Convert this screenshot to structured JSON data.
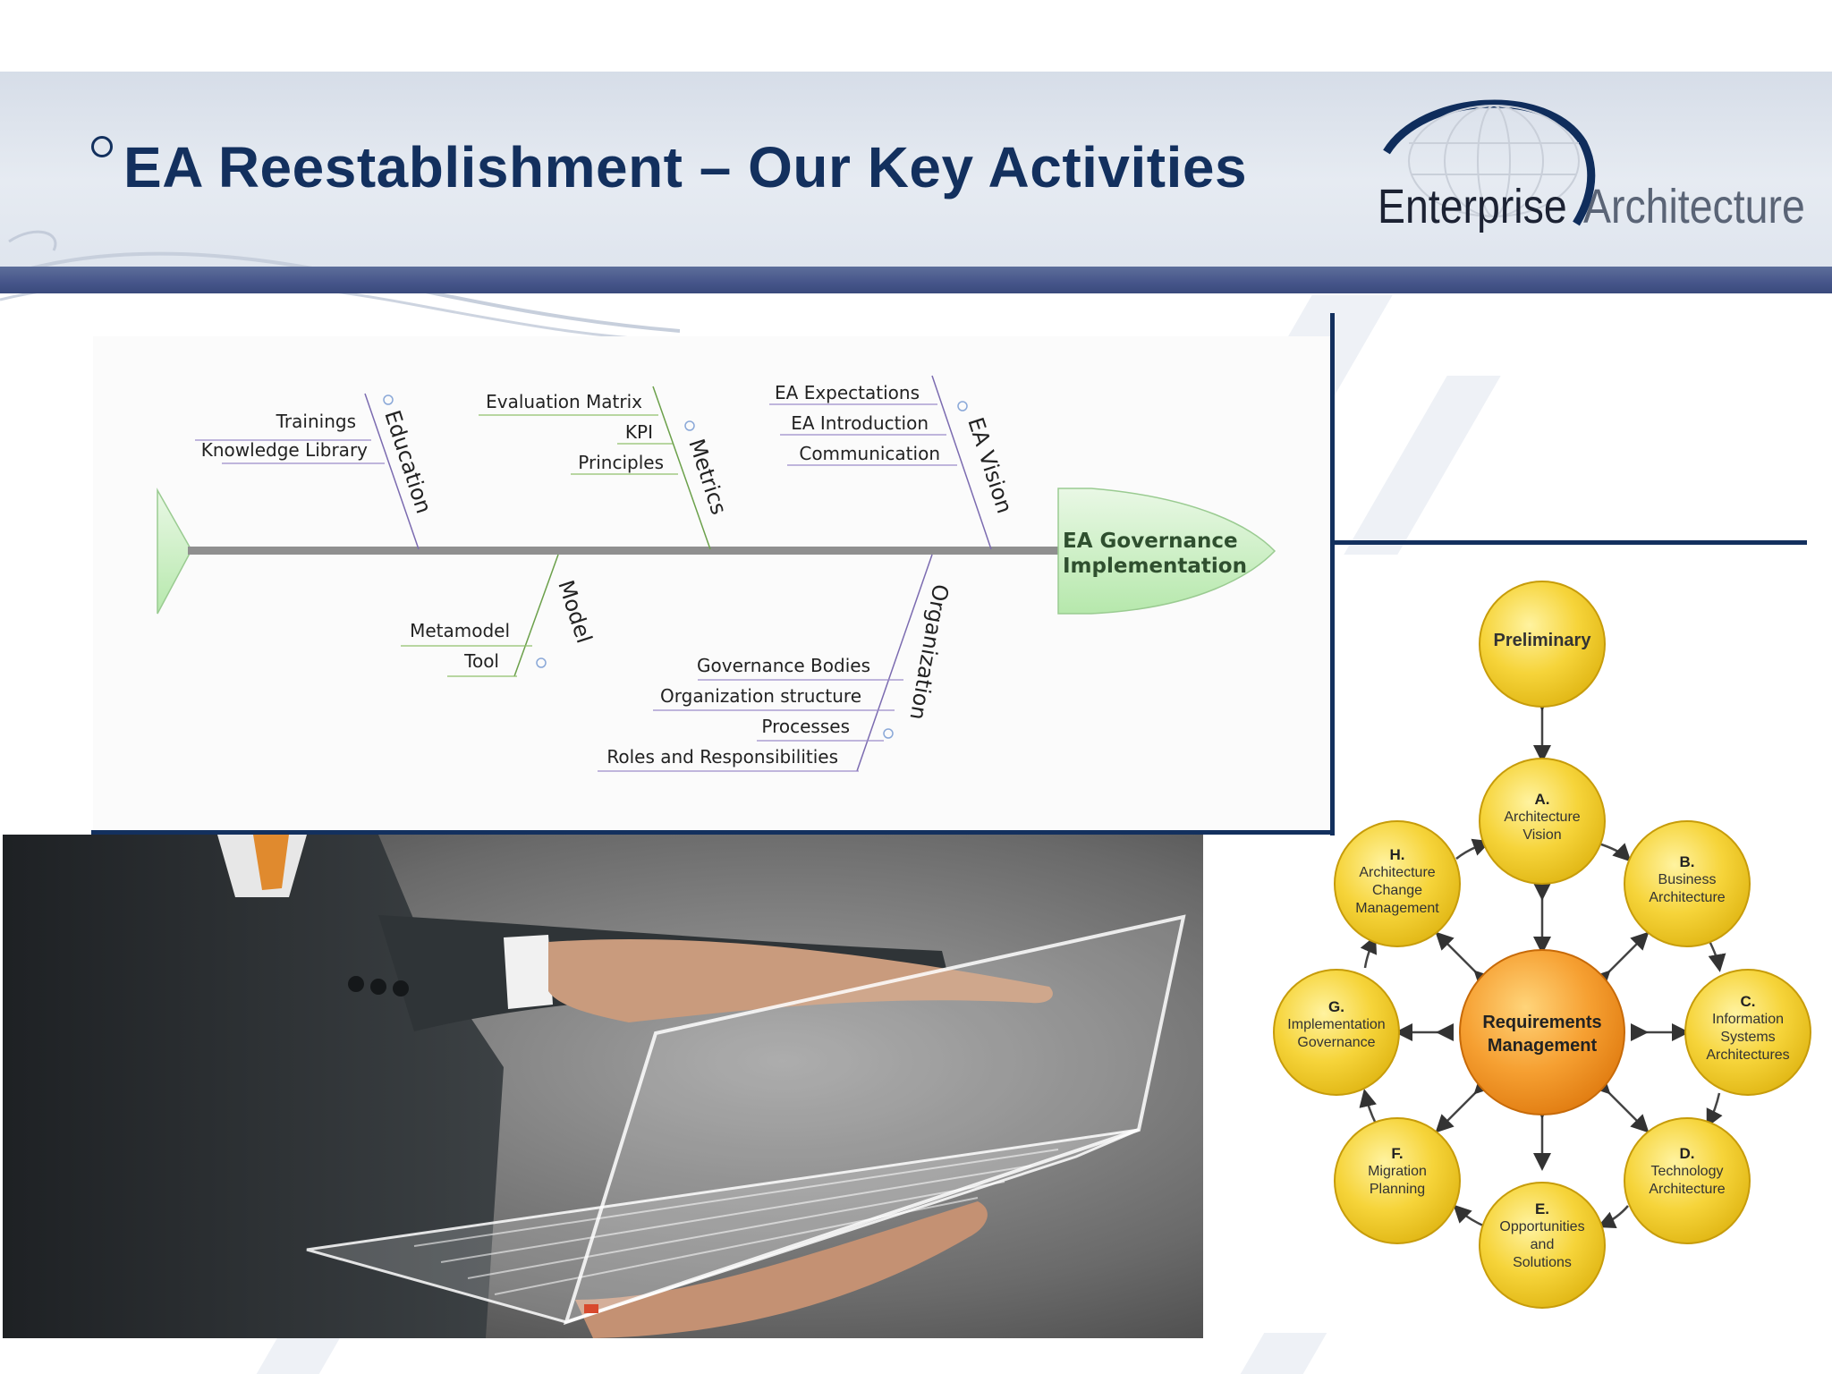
{
  "slide": {
    "title": "EA Reestablishment – Our Key Activities"
  },
  "logo": {
    "word1": "Enterprise",
    "word2": "Architecture"
  },
  "fishbone": {
    "head": [
      "EA Governance",
      "Implementation"
    ],
    "branches": [
      {
        "label": "Education",
        "items": [
          "Trainings",
          "Knowledge Library"
        ]
      },
      {
        "label": "Metrics",
        "items": [
          "Evaluation Matrix",
          "KPI",
          "Principles"
        ]
      },
      {
        "label": "EA Vision",
        "items": [
          "EA Expectations",
          "EA Introduction",
          "Communication"
        ]
      },
      {
        "label": "Model",
        "items": [
          "Metamodel",
          "Tool"
        ]
      },
      {
        "label": "Organization",
        "items": [
          "Governance Bodies",
          "Organization structure",
          "Processes",
          "Roles and Responsibilities"
        ]
      }
    ]
  },
  "togaf": {
    "preliminary": "Preliminary",
    "center": "Requirements\nManagement",
    "phases": [
      {
        "letter": "A.",
        "text": "Architecture\nVision"
      },
      {
        "letter": "B.",
        "text": "Business\nArchitecture"
      },
      {
        "letter": "C.",
        "text": "Information\nSystems\nArchitectures"
      },
      {
        "letter": "D.",
        "text": "Technology\nArchitecture"
      },
      {
        "letter": "E.",
        "text": "Opportunities\nand\nSolutions"
      },
      {
        "letter": "F.",
        "text": "Migration\nPlanning"
      },
      {
        "letter": "G.",
        "text": "Implementation\nGovernance"
      },
      {
        "letter": "H.",
        "text": "Architecture\nChange\nManagement"
      }
    ]
  },
  "colors": {
    "title": "#13305e",
    "header_bar": "#46558a",
    "fishbone_head": "#c9efc2",
    "phase_circle": "#f4cf2e",
    "center_circle": "#f39a21"
  }
}
